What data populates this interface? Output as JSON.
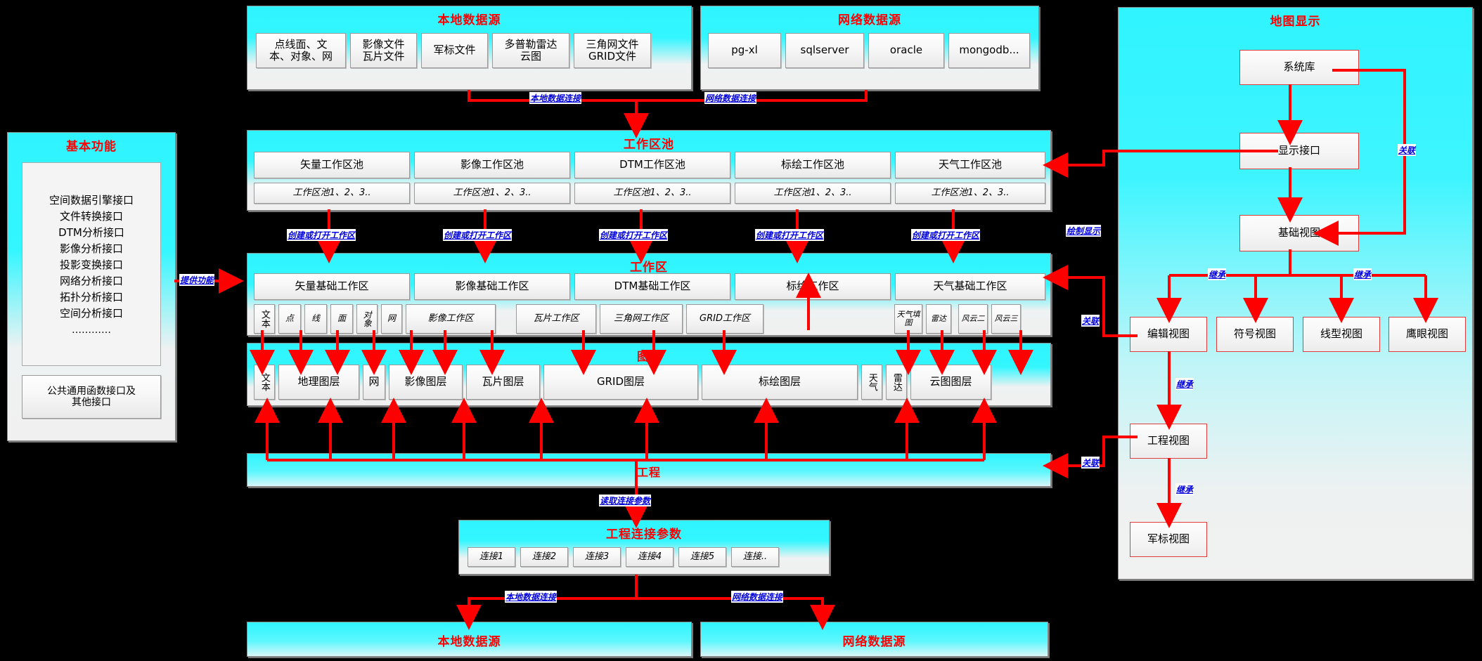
{
  "colors": {
    "accent_red": "#ff0000",
    "label_blue": "#0000dd",
    "panel_cyan": "#33f6ff",
    "box_grey": "#f2f2f2"
  },
  "panels": {
    "local_source": {
      "title": "本地数据源",
      "items": [
        "点线面、文\n本、对象、网",
        "影像文件\n瓦片文件",
        "军标文件",
        "多普勒雷达\n云图",
        "三角网文件\nGRID文件"
      ]
    },
    "network_source": {
      "title": "网络数据源",
      "items": [
        "pg-xl",
        "sqlserver",
        "oracle",
        "mongodb..."
      ]
    },
    "basic_function": {
      "title": "基本功能",
      "interfaces": [
        "空间数据引擎接口",
        "文件转换接口",
        "DTM分析接口",
        "影像分析接口",
        "投影变换接口",
        "网络分析接口",
        "拓扑分析接口",
        "空间分析接口",
        "…………"
      ],
      "common": "公共通用函数接口及\n其他接口"
    },
    "workspace_pool": {
      "title": "工作区池",
      "pools": [
        "矢量工作区池",
        "影像工作区池",
        "DTM工作区池",
        "标绘工作区池",
        "天气工作区池"
      ],
      "sub": [
        "工作区池1、2、3..",
        "工作区池1、2、3..",
        "工作区池1、2、3..",
        "工作区池1、2、3..",
        "工作区池1、2、3.."
      ]
    },
    "workspace": {
      "title": "工作区",
      "bases": [
        "矢量基础工作区",
        "影像基础工作区",
        "DTM基础工作区",
        "标绘工作区",
        "天气基础工作区"
      ],
      "leaves": [
        "文本",
        "点",
        "线",
        "面",
        "对象",
        "网",
        "影像工作区",
        "瓦片工作区",
        "三角网工作区",
        "GRID工作区",
        "天气填图",
        "雷达",
        "风云二",
        "风云三"
      ]
    },
    "layers": {
      "title": "图层",
      "items": [
        "文本",
        "地理图层",
        "网",
        "影像图层",
        "瓦片图层",
        "GRID图层",
        "标绘图层",
        "天气",
        "雷达",
        "云图图层"
      ]
    },
    "project": {
      "title": "工程"
    },
    "project_conn": {
      "title": "工程连接参数",
      "items": [
        "连接1",
        "连接2",
        "连接3",
        "连接4",
        "连接5",
        "连接.."
      ]
    },
    "bottom_local": {
      "title": "本地数据源"
    },
    "bottom_network": {
      "title": "网络数据源"
    },
    "map_display": {
      "title": "地图显示",
      "nodes": {
        "system_db": "系统库",
        "display_api": "显示接口",
        "base_view": "基础视图",
        "edit_view": "编辑视图",
        "symbol_view": "符号视图",
        "line_view": "线型视图",
        "eagle_view": "鹰眼视图",
        "project_view": "工程视图",
        "military_view": "军标视图"
      }
    }
  },
  "edge_labels": {
    "local_conn": "本地数据连接",
    "net_conn": "网络数据连接",
    "create_open_ws": "创建或打开工作区",
    "provide_func": "提供功能",
    "draw_display": "绘制显示",
    "relate": "关联",
    "inherit": "继承",
    "read_conn_param": "读取连接参数",
    "bottom_local_conn": "本地数据连接",
    "bottom_net_conn": "网络数据连接"
  }
}
